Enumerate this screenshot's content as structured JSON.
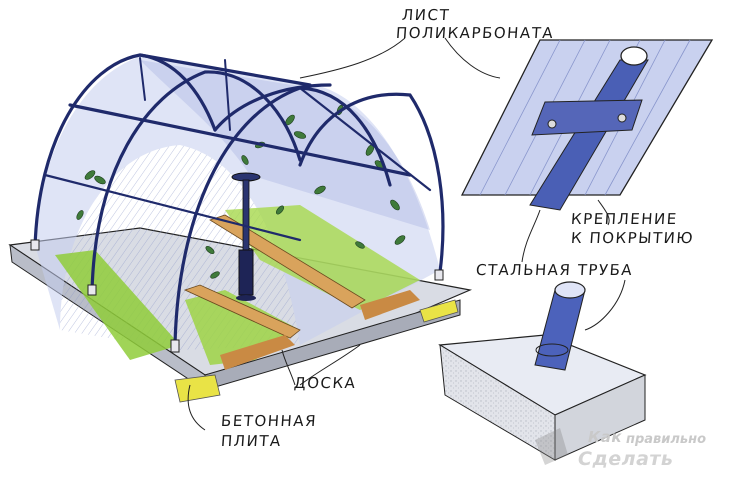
{
  "diagram": {
    "subject": "Arched polycarbonate greenhouse on a concrete slab",
    "labels": {
      "polycarbonate_sheet_line1": "Лист",
      "polycarbonate_sheet_line2": "поликарбоната",
      "cover_fastening_line1": "Крепление",
      "cover_fastening_line2": "к покрытию",
      "steel_pipe": "Стальная труба",
      "board": "Доска",
      "concrete_slab_line1": "Бетонная",
      "concrete_slab_line2": "плита"
    },
    "callouts": [
      {
        "label": "Лист поликарбоната",
        "points_to": "greenhouse roof and sheet detail"
      },
      {
        "label": "Крепление к покрытию",
        "points_to": "clamp bracket on pipe"
      },
      {
        "label": "Стальная труба",
        "points_to": "pipe in slab and pipe under sheet"
      },
      {
        "label": "Доска",
        "points_to": "wooden bed boards"
      },
      {
        "label": "Бетонная плита",
        "points_to": "concrete base slab"
      }
    ],
    "details": [
      "main-view: arched greenhouse with steel hoops, plants, central heater",
      "detail-top-right: polycarbonate sheet fastened to pipe with clamp",
      "detail-bottom-right: steel pipe set into concrete block"
    ]
  },
  "watermark": {
    "line1a": "Как",
    "line1b": "правильно",
    "line2": "Сделать"
  },
  "colors": {
    "frame": "#1f2a6b",
    "glass_tint": "#b9c3e8",
    "plant_green": "#6ab82e",
    "leaf_dark": "#3f7a3a",
    "wood": "#d9a35c",
    "concrete": "#cfd3db",
    "soil_yellow": "#e8e04a",
    "ink": "#1a1a1a",
    "watermark": "#c9c9c9"
  }
}
